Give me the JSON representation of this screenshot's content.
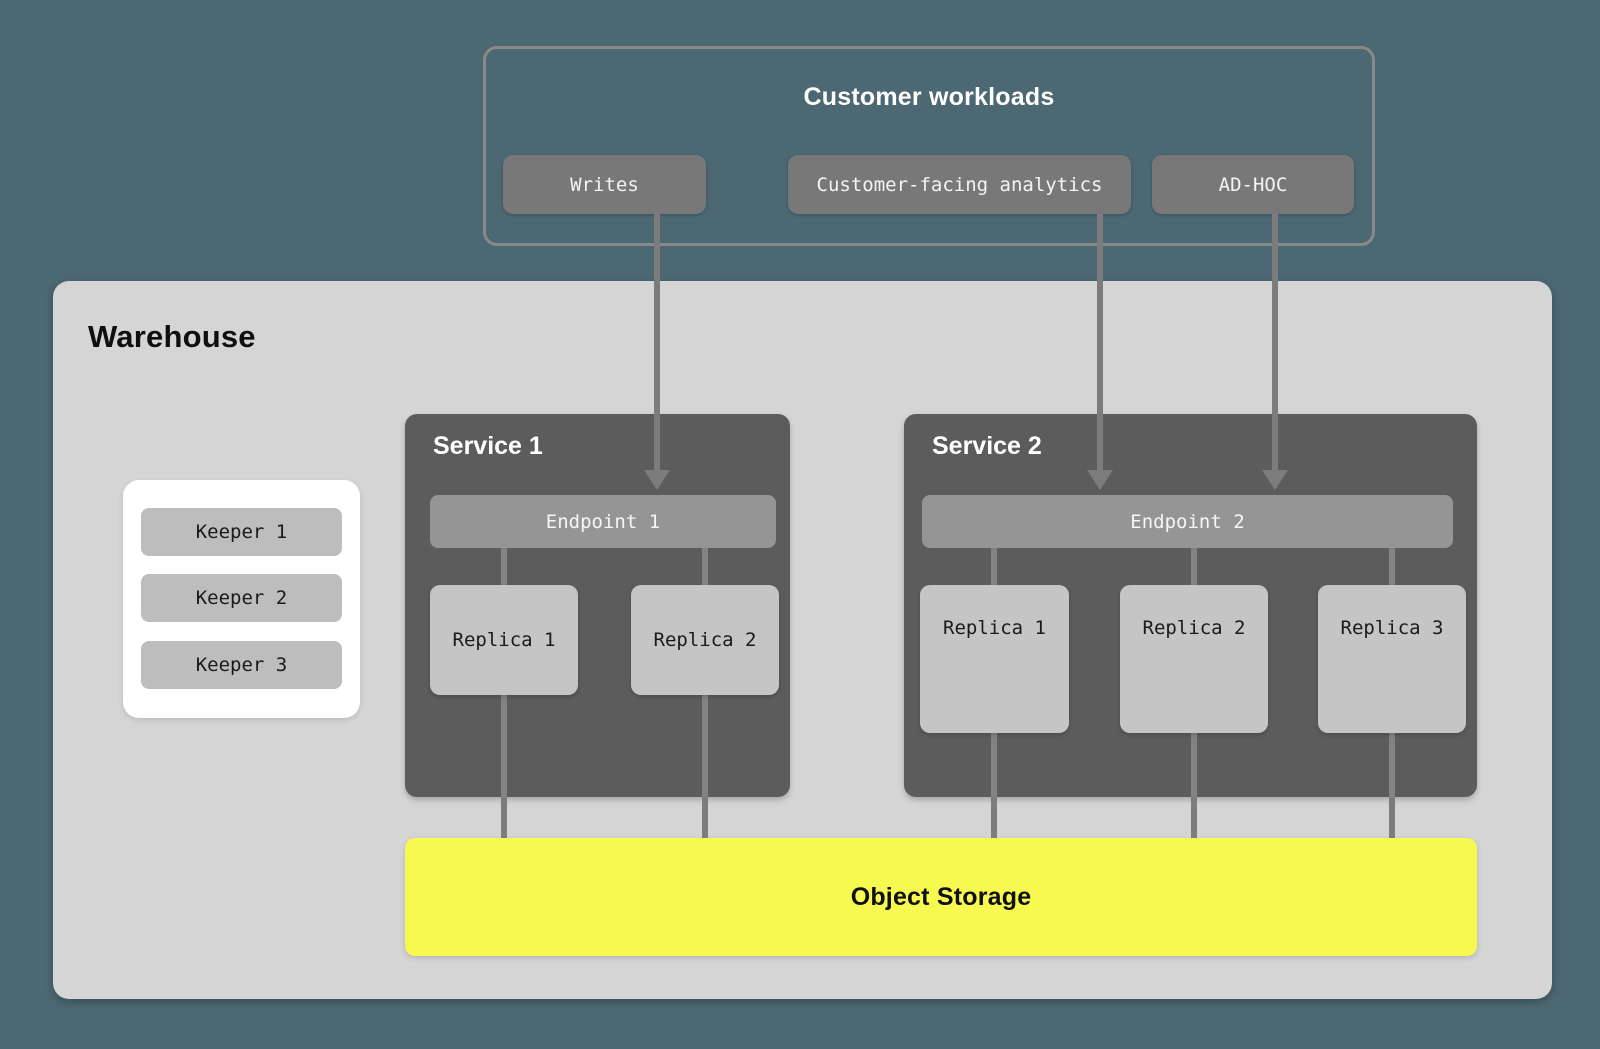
{
  "colors": {
    "background": "#4c6872",
    "outline_gray": "#87898a",
    "workload_pill": "#787878",
    "warehouse_bg": "#d5d5d5",
    "keeper_panel_bg": "#ffffff",
    "keeper_pill": "#bdbdbd",
    "service_bg": "#5c5c5c",
    "endpoint_bar": "#959595",
    "replica_bg": "#c5c5c5",
    "object_storage_bg": "#f7f950",
    "connector": "#7c7c7c",
    "title_on_dark": "#ffffff",
    "text_dark": "#1a1a1a"
  },
  "customer_workloads": {
    "title": "Customer workloads",
    "pills": [
      {
        "label": "Writes"
      },
      {
        "label": "Customer-facing analytics"
      },
      {
        "label": "AD-HOC"
      }
    ]
  },
  "warehouse": {
    "title": "Warehouse",
    "keepers": [
      {
        "label": "Keeper 1"
      },
      {
        "label": "Keeper 2"
      },
      {
        "label": "Keeper 3"
      }
    ],
    "services": [
      {
        "title": "Service 1",
        "endpoint": "Endpoint 1",
        "replicas": [
          {
            "label": "Replica 1"
          },
          {
            "label": "Replica 2"
          }
        ]
      },
      {
        "title": "Service 2",
        "endpoint": "Endpoint 2",
        "replicas": [
          {
            "label": "Replica 1"
          },
          {
            "label": "Replica 2"
          },
          {
            "label": "Replica 3"
          }
        ]
      }
    ],
    "object_storage_label": "Object Storage"
  },
  "edges": [
    {
      "from": "Writes",
      "to": "Endpoint 1"
    },
    {
      "from": "Customer-facing analytics",
      "to": "Endpoint 2"
    },
    {
      "from": "AD-HOC",
      "to": "Endpoint 2"
    },
    {
      "from": "Endpoint 1",
      "to": "Service 1 Replica 1"
    },
    {
      "from": "Endpoint 1",
      "to": "Service 1 Replica 2"
    },
    {
      "from": "Endpoint 2",
      "to": "Service 2 Replica 1"
    },
    {
      "from": "Endpoint 2",
      "to": "Service 2 Replica 2"
    },
    {
      "from": "Endpoint 2",
      "to": "Service 2 Replica 3"
    },
    {
      "from": "Service 1 Replica 1",
      "to": "Object Storage"
    },
    {
      "from": "Service 1 Replica 2",
      "to": "Object Storage"
    },
    {
      "from": "Service 2 Replica 1",
      "to": "Object Storage"
    },
    {
      "from": "Service 2 Replica 2",
      "to": "Object Storage"
    },
    {
      "from": "Service 2 Replica 3",
      "to": "Object Storage"
    }
  ]
}
